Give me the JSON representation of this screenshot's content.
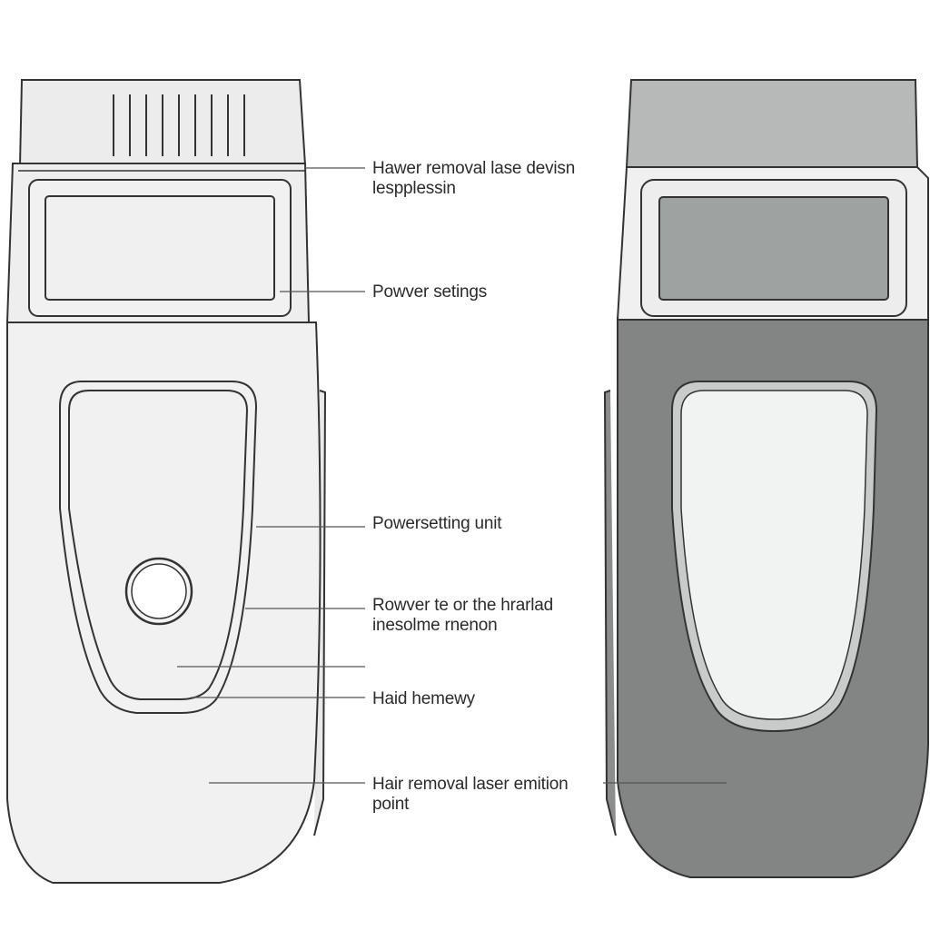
{
  "labels": {
    "device": [
      "Hawer removal lase devisn",
      "lespplessin"
    ],
    "power_settings": "Powver setings",
    "power_setting_unit": "Powersetting unit",
    "rowver": [
      "Rowver te or the hrarlad",
      "inesolme rnenon"
    ],
    "haid": "Haid hemewy",
    "emission": [
      "Hair removal laser emition",
      "point"
    ]
  },
  "colors": {
    "outline": "#333333",
    "light_body": "#f1f1f1",
    "light_head": "#ececec",
    "dark_body": "#828583",
    "dark_cap": "#b7b9b8",
    "dark_screen": "#9ea3a1",
    "leader": "#555555"
  }
}
